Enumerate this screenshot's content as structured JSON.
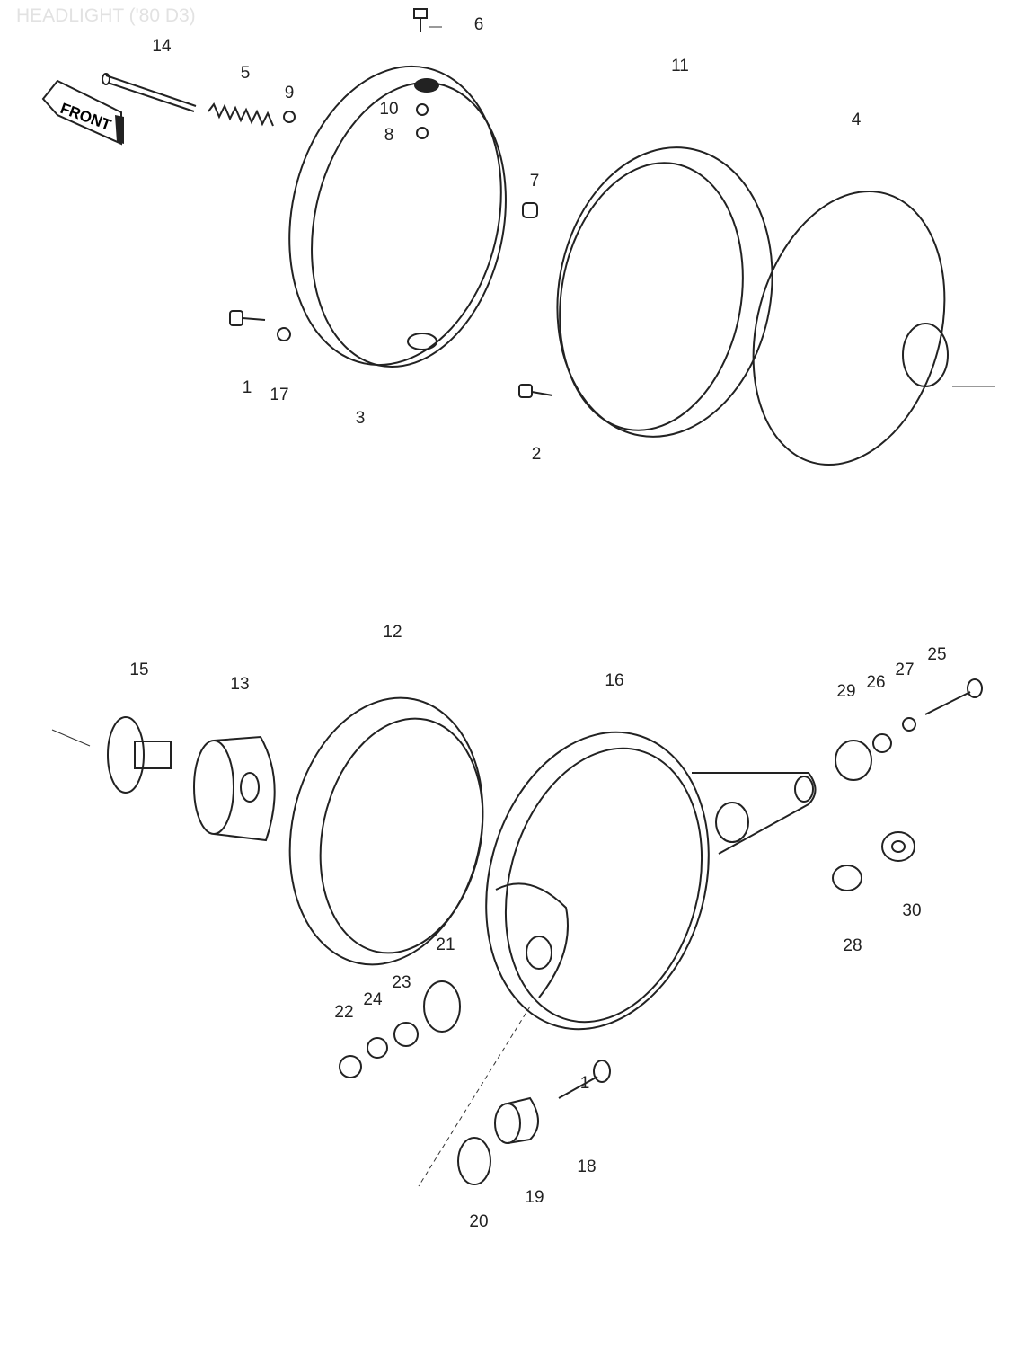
{
  "title": "HEADLIGHT ('80 D3)",
  "front_sign": "FRONT",
  "labels": {
    "p14": "14",
    "p6": "6",
    "p5": "5",
    "p9": "9",
    "p10": "10",
    "p8": "8",
    "p11": "11",
    "p4": "4",
    "p7": "7",
    "p1a": "1",
    "p17": "17",
    "p3": "3",
    "p2": "2",
    "p12": "12",
    "p15": "15",
    "p13": "13",
    "p16": "16",
    "p29": "29",
    "p26": "26",
    "p27": "27",
    "p25": "25",
    "p30": "30",
    "p28": "28",
    "p21": "21",
    "p23": "23",
    "p22": "22",
    "p24": "24",
    "p1b": "1",
    "p18": "18",
    "p19": "19",
    "p20": "20"
  }
}
